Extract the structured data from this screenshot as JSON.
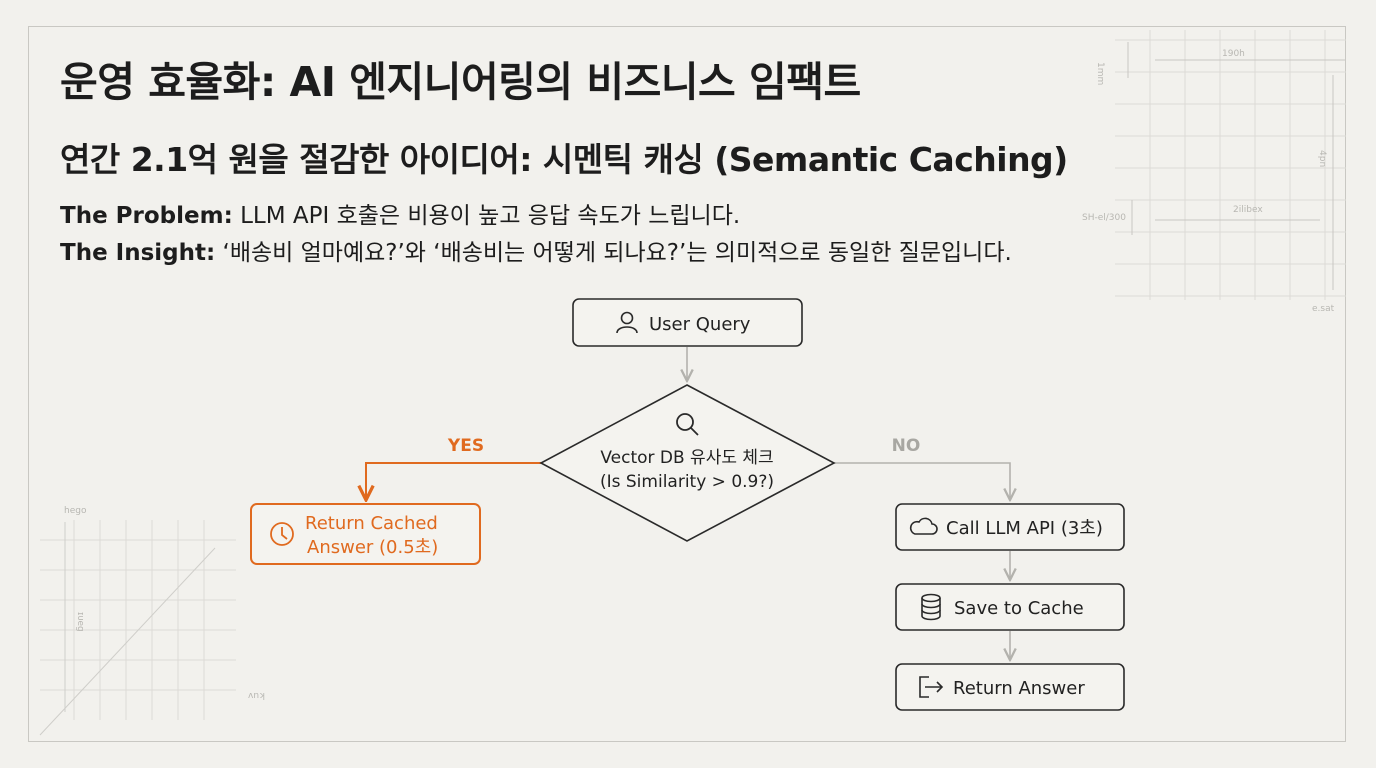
{
  "header": {
    "title": "운영 효율화: AI 엔지니어링의 비즈니스 임팩트",
    "subtitle": "연간 2.1억 원을 절감한 아이디어: 시멘틱 캐싱 (Semantic Caching)"
  },
  "problem": {
    "label": "The Problem:",
    "text": "LLM API 호출은 비용이 높고 응답 속도가 느립니다."
  },
  "insight": {
    "label": "The Insight:",
    "text": "‘배송비 얼마예요?’와 ‘배송비는 어떻게 되나요?’는 의미적으로 동일한 질문입니다."
  },
  "flow": {
    "user_query": "User Query",
    "decision_line1": "Vector DB 유사도 체크",
    "decision_line2": "(Is Similarity > 0.9?)",
    "yes_label": "YES",
    "no_label": "NO",
    "cached_line1": "Return Cached",
    "cached_line2": "Answer (0.5초)",
    "call_llm": "Call LLM API (3초)",
    "save_cache": "Save to Cache",
    "return_answer": "Return Answer"
  },
  "decor": {
    "top_right": [
      "1mm",
      "190h",
      "4pn",
      "SH-el/300",
      "2ilibex",
      "e.sat"
    ],
    "bottom_left": [
      "hego",
      "ɪᴜeg",
      "ʌnʞ"
    ]
  },
  "colors": {
    "accent": "#e06a1f",
    "stroke": "#2a2a2a",
    "connector": "#b3b2ad",
    "background": "#f2f1ed"
  }
}
